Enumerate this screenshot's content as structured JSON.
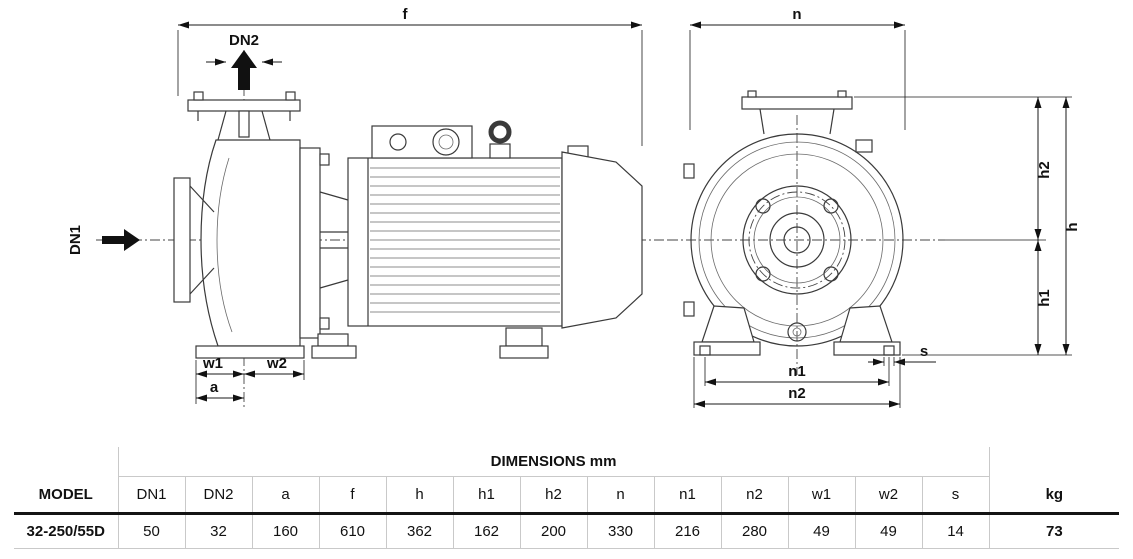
{
  "colors": {
    "line": "#3a3a3a",
    "text": "#111111"
  },
  "diagram": {
    "labels": {
      "f": "f",
      "n": "n",
      "dn1": "DN1",
      "dn2": "DN2",
      "w1": "w1",
      "w2": "w2",
      "a": "a",
      "h": "h",
      "h1": "h1",
      "h2": "h2",
      "n1": "n1",
      "n2": "n2",
      "s": "s"
    }
  },
  "table": {
    "title": "DIMENSIONS mm",
    "model_header": "MODEL",
    "kg_header": "kg",
    "columns": [
      "DN1",
      "DN2",
      "a",
      "f",
      "h",
      "h1",
      "h2",
      "n",
      "n1",
      "n2",
      "w1",
      "w2",
      "s"
    ],
    "rows": [
      {
        "model": "32-250/55D",
        "values": [
          50,
          32,
          160,
          610,
          362,
          162,
          200,
          330,
          216,
          280,
          49,
          49,
          14
        ],
        "kg": 73
      }
    ]
  }
}
